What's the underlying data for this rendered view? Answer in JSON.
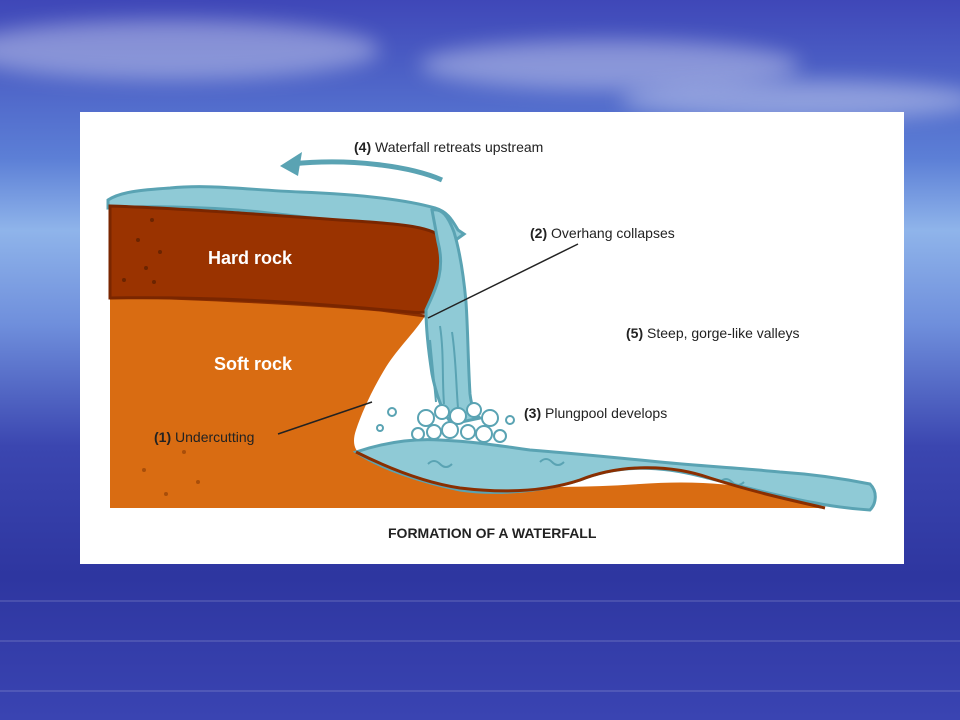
{
  "diagram": {
    "title": "FORMATION OF A WATERFALL",
    "rock_labels": {
      "hard": "Hard rock",
      "soft": "Soft rock"
    },
    "steps": {
      "undercutting": {
        "num": "(1)",
        "text": "Undercutting"
      },
      "overhang": {
        "num": "(2)",
        "text": "Overhang collapses"
      },
      "plungepool": {
        "num": "(3)",
        "text": "Plungpool develops"
      },
      "retreat": {
        "num": "(4)",
        "text": "Waterfall retreats upstream"
      },
      "gorge": {
        "num": "(5)",
        "text": "Steep, gorge-like valleys"
      }
    },
    "colors": {
      "hard_rock": "#9a3300",
      "soft_rock": "#d96c12",
      "water": "#8fcad6",
      "water_outline": "#5aa3b3"
    }
  }
}
